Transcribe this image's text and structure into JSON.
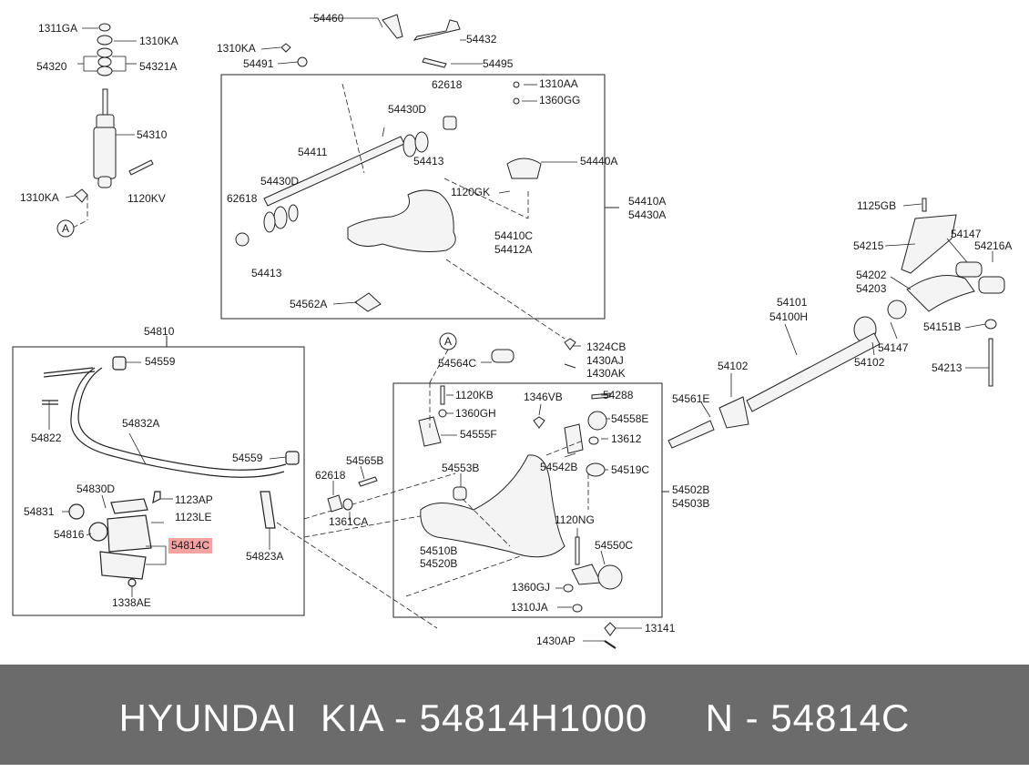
{
  "diagram": {
    "highlight_color": "#f4a3a3",
    "labels": {
      "l1311GA": "1311GA",
      "l1310KA_a": "1310KA",
      "l54320": "54320",
      "l54321A": "54321A",
      "l54310": "54310",
      "l1310KA_b": "1310KA",
      "l1120KV": "1120KV",
      "circA_a": "A",
      "l54460": "54460",
      "l54432": "54432",
      "l54495": "54495",
      "l1310KA_c": "1310KA",
      "l54491": "54491",
      "l62618_a": "62618",
      "l54430D_a": "54430D",
      "l1310AA": "1310AA",
      "l1360GG": "1360GG",
      "l54411": "54411",
      "l54413_a": "54413",
      "l54440A": "54440A",
      "l54430D_b": "54430D",
      "l1120GK": "1120GK",
      "l62618_b": "62618",
      "l54410A": "54410A",
      "l54430A": "54430A",
      "l54410C": "54410C",
      "l54412A": "54412A",
      "l54413_b": "54413",
      "l54562A": "54562A",
      "l1125GB": "1125GB",
      "l54215": "54215",
      "l54147_a": "54147",
      "l54216A": "54216A",
      "l54202": "54202",
      "l54203": "54203",
      "l54101": "54101",
      "l54100H": "54100H",
      "l54147_b": "54147",
      "l54151B": "54151B",
      "l54102_a": "54102",
      "l54102_b": "54102",
      "l54213": "54213",
      "l54561E": "54561E",
      "l1324CB": "1324CB",
      "l1430AJ": "1430AJ",
      "l1430AK": "1430AK",
      "l54810": "54810",
      "l54559_a": "54559",
      "l54822": "54822",
      "l54832A": "54832A",
      "l54559_b": "54559",
      "l54830D": "54830D",
      "l1123AP": "1123AP",
      "l54831": "54831",
      "l1123LE": "1123LE",
      "l54816": "54816",
      "l54814C": "54814C",
      "l1338AE": "1338AE",
      "l54823A": "54823A",
      "l62618_c": "62618",
      "l54565B": "54565B",
      "l1361CA": "1361CA",
      "circA_b": "A",
      "l54564C": "54564C",
      "l1120KB": "1120KB",
      "l1346VB": "1346VB",
      "l54288": "54288",
      "l1360GH": "1360GH",
      "l54558E": "54558E",
      "l54555F": "54555F",
      "l13612": "13612",
      "l54553B": "54553B",
      "l54542B": "54542B",
      "l54519C": "54519C",
      "l54502B": "54502B",
      "l54503B": "54503B",
      "l1120NG": "1120NG",
      "l54550C": "54550C",
      "l54510B": "54510B",
      "l54520B": "54520B",
      "l1360GJ": "1360GJ",
      "l1310JA": "1310JA",
      "l13141": "13141",
      "l1430AP": "1430AP"
    }
  },
  "footer": {
    "text": "HYUNDAI  KIA - 54814H1000     N - 54814C",
    "background": "#6b6b6b",
    "color": "#ffffff"
  }
}
